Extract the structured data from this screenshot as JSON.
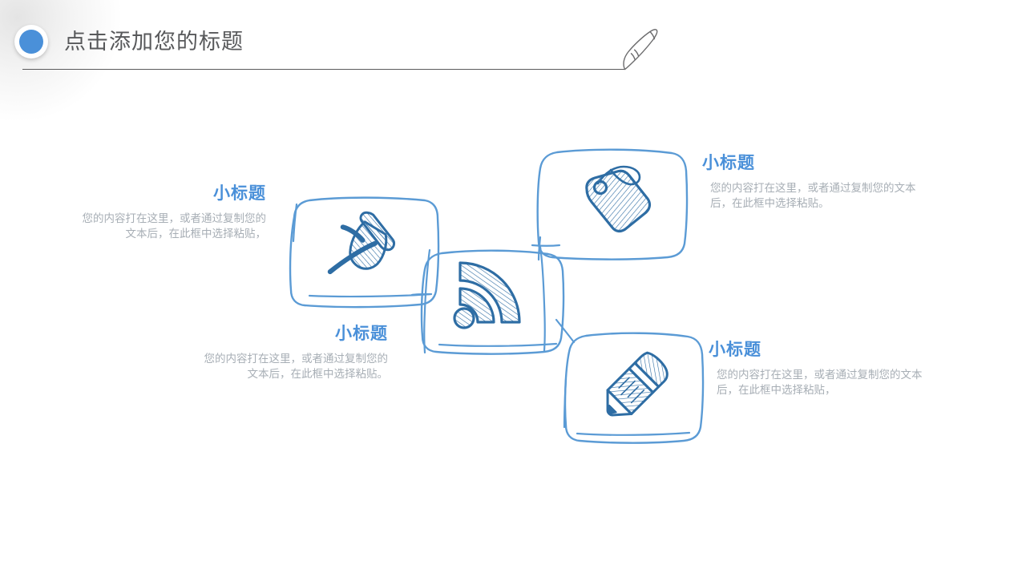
{
  "slide": {
    "background_color": "#ffffff",
    "accent_color": "#4a90d9",
    "sketch_stroke_color": "#5b9bd5",
    "icon_stroke_color": "#2e6da4",
    "body_text_color": "#a7aeb5",
    "title_text_color": "#58595b"
  },
  "header": {
    "title": "点击添加您的标题",
    "bullet_name": "blue-dot",
    "pen_icon": "pen-icon"
  },
  "callouts": [
    {
      "id": "callout-1",
      "title": "小标题",
      "body": "您的内容打在这里，或者通过复制您的文本后，在此框中选择粘贴，",
      "align": "right"
    },
    {
      "id": "callout-2",
      "title": "小标题",
      "body": "您的内容打在这里，或者通过复制您的文本后，在此框中选择粘贴。",
      "align": "right"
    },
    {
      "id": "callout-3",
      "title": "小标题",
      "body": "您的内容打在这里，或者通过复制您的文本后，在此框中选择粘贴。",
      "align": "left"
    },
    {
      "id": "callout-4",
      "title": "小标题",
      "body": "您的内容打在这里，或者通过复制您的文本后，在此框中选择粘贴，",
      "align": "left"
    }
  ],
  "icon_boxes": [
    {
      "id": "box-pin",
      "icon": "pushpin-icon"
    },
    {
      "id": "box-tag",
      "icon": "price-tag-icon"
    },
    {
      "id": "box-rss",
      "icon": "rss-signal-icon"
    },
    {
      "id": "box-pencil",
      "icon": "pencil-icon"
    }
  ]
}
